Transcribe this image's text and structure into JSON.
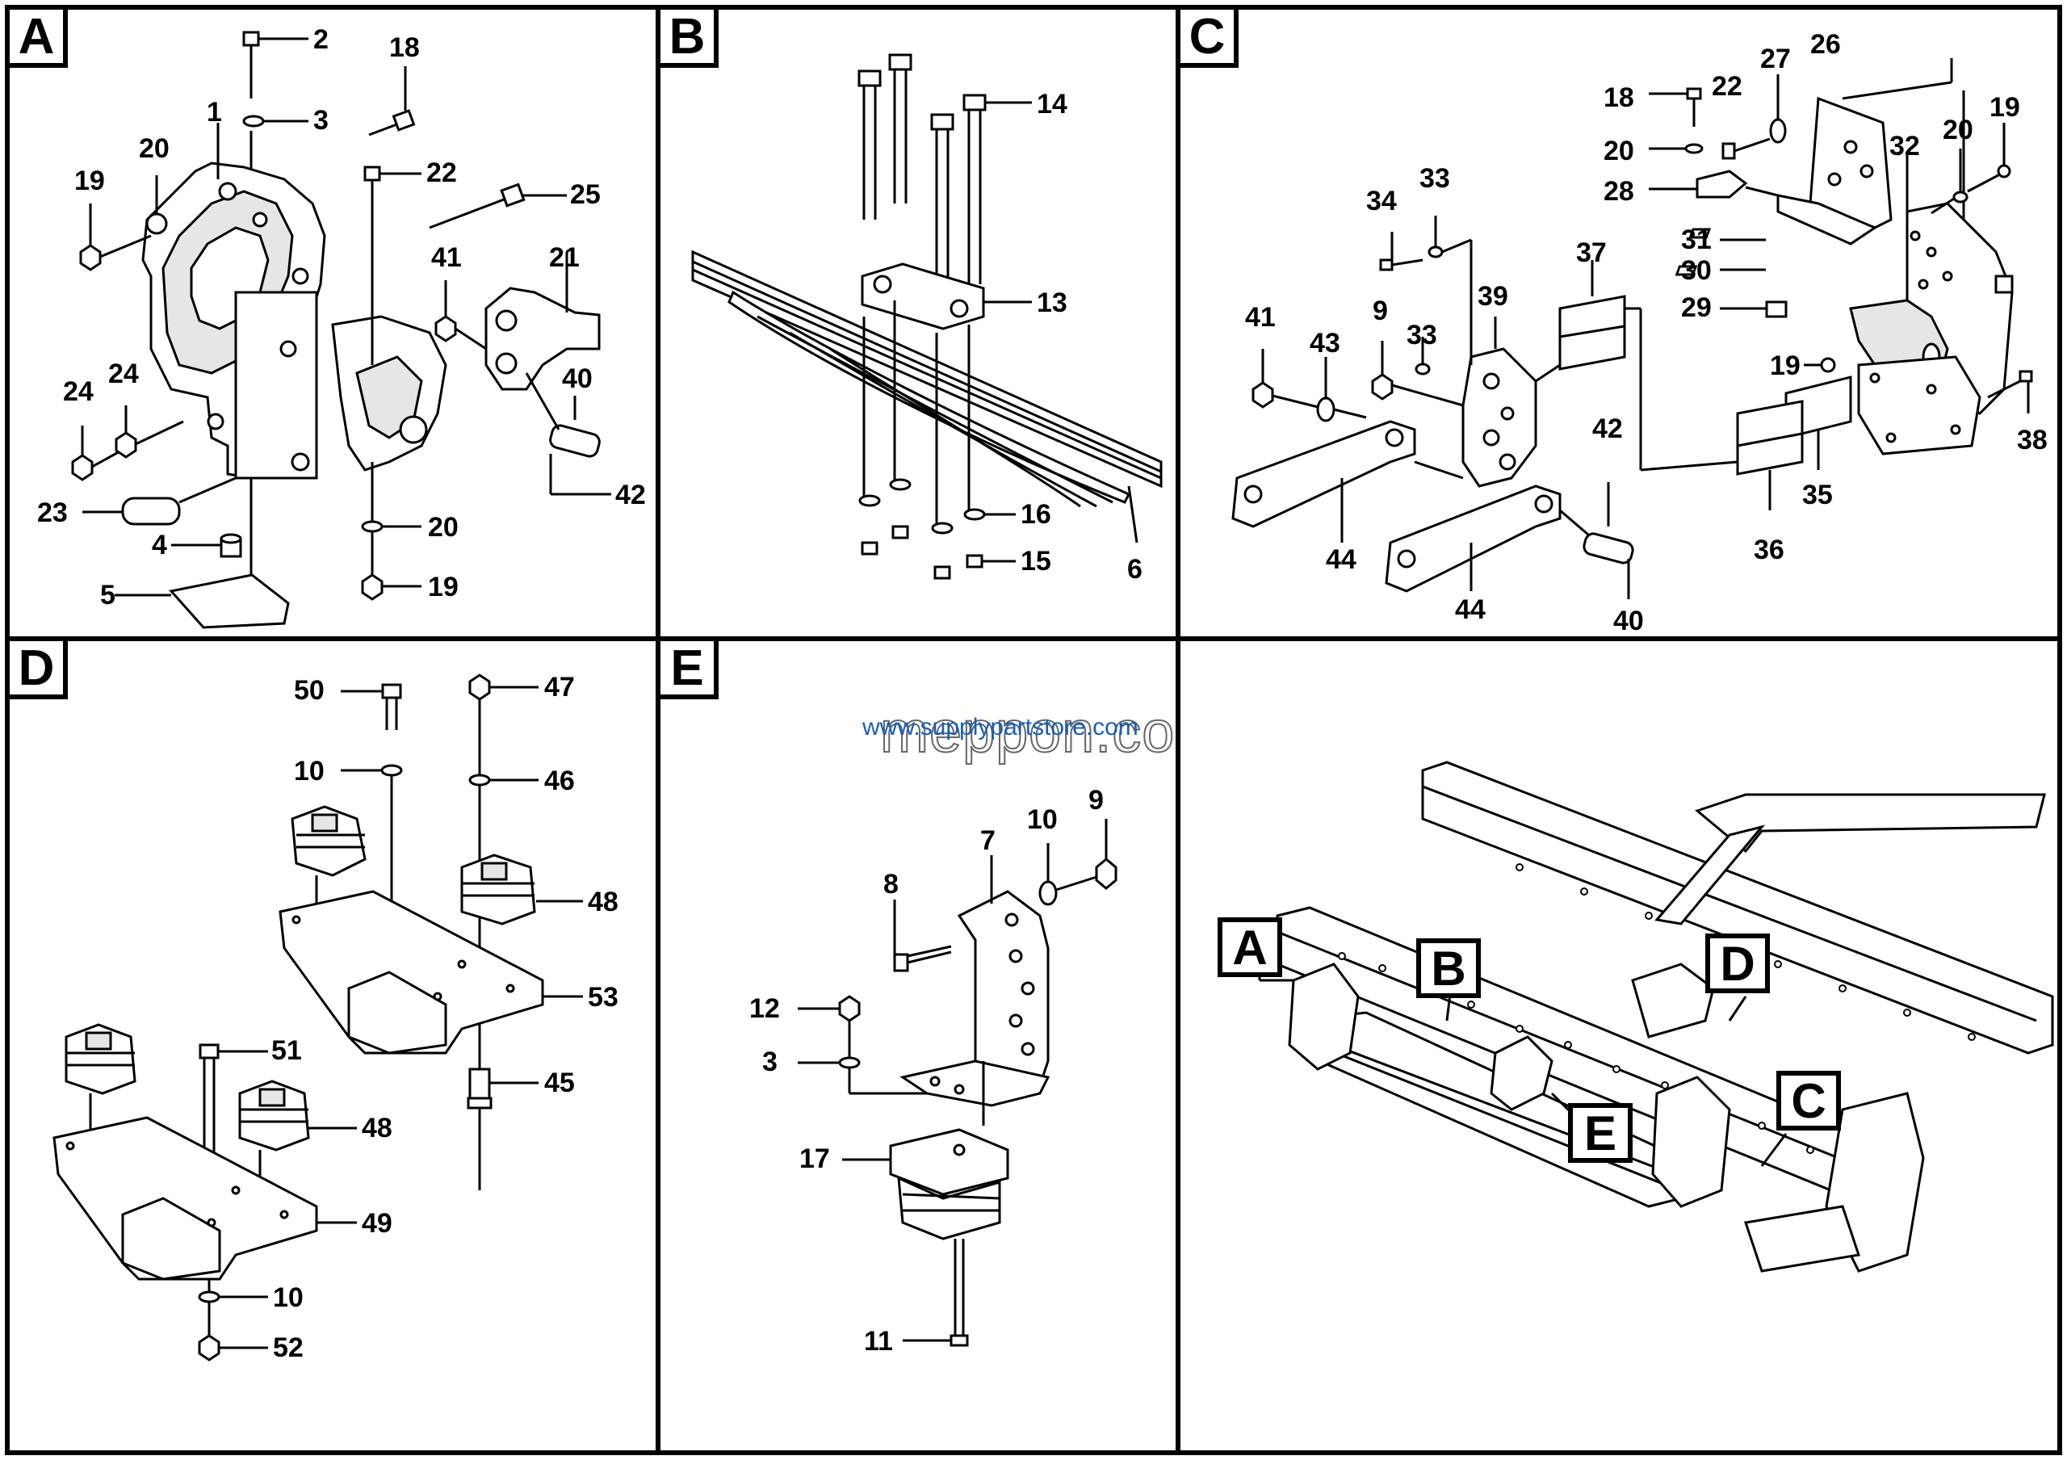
{
  "panels": {
    "A": {
      "letter": "A",
      "labels": [
        "2",
        "18",
        "3",
        "1",
        "20",
        "19",
        "22",
        "25",
        "41",
        "21",
        "24",
        "24",
        "40",
        "42",
        "23",
        "4",
        "20",
        "5",
        "19"
      ]
    },
    "B": {
      "letter": "B",
      "labels": [
        "14",
        "13",
        "16",
        "15",
        "6"
      ]
    },
    "C": {
      "letter": "C",
      "labels": [
        "26",
        "27",
        "22",
        "18",
        "20",
        "28",
        "19",
        "20",
        "32",
        "34",
        "33",
        "31",
        "30",
        "29",
        "37",
        "39",
        "41",
        "43",
        "9",
        "33",
        "19",
        "38",
        "42",
        "35",
        "36",
        "44",
        "44",
        "40"
      ]
    },
    "D": {
      "letter": "D",
      "labels": [
        "50",
        "47",
        "10",
        "46",
        "48",
        "53",
        "51",
        "48",
        "49",
        "45",
        "10",
        "52"
      ]
    },
    "E": {
      "letter": "E",
      "labels": [
        "9",
        "10",
        "7",
        "8",
        "12",
        "3",
        "17",
        "11"
      ]
    }
  },
  "overview": {
    "callouts": [
      "A",
      "B",
      "D",
      "E",
      "C"
    ]
  },
  "watermark": {
    "url": "www.supplypartstore.com",
    "brand": "meppon.co"
  },
  "colors": {
    "line": "#000000",
    "background": "#ffffff",
    "watermark_url": "#1a5fb4"
  }
}
